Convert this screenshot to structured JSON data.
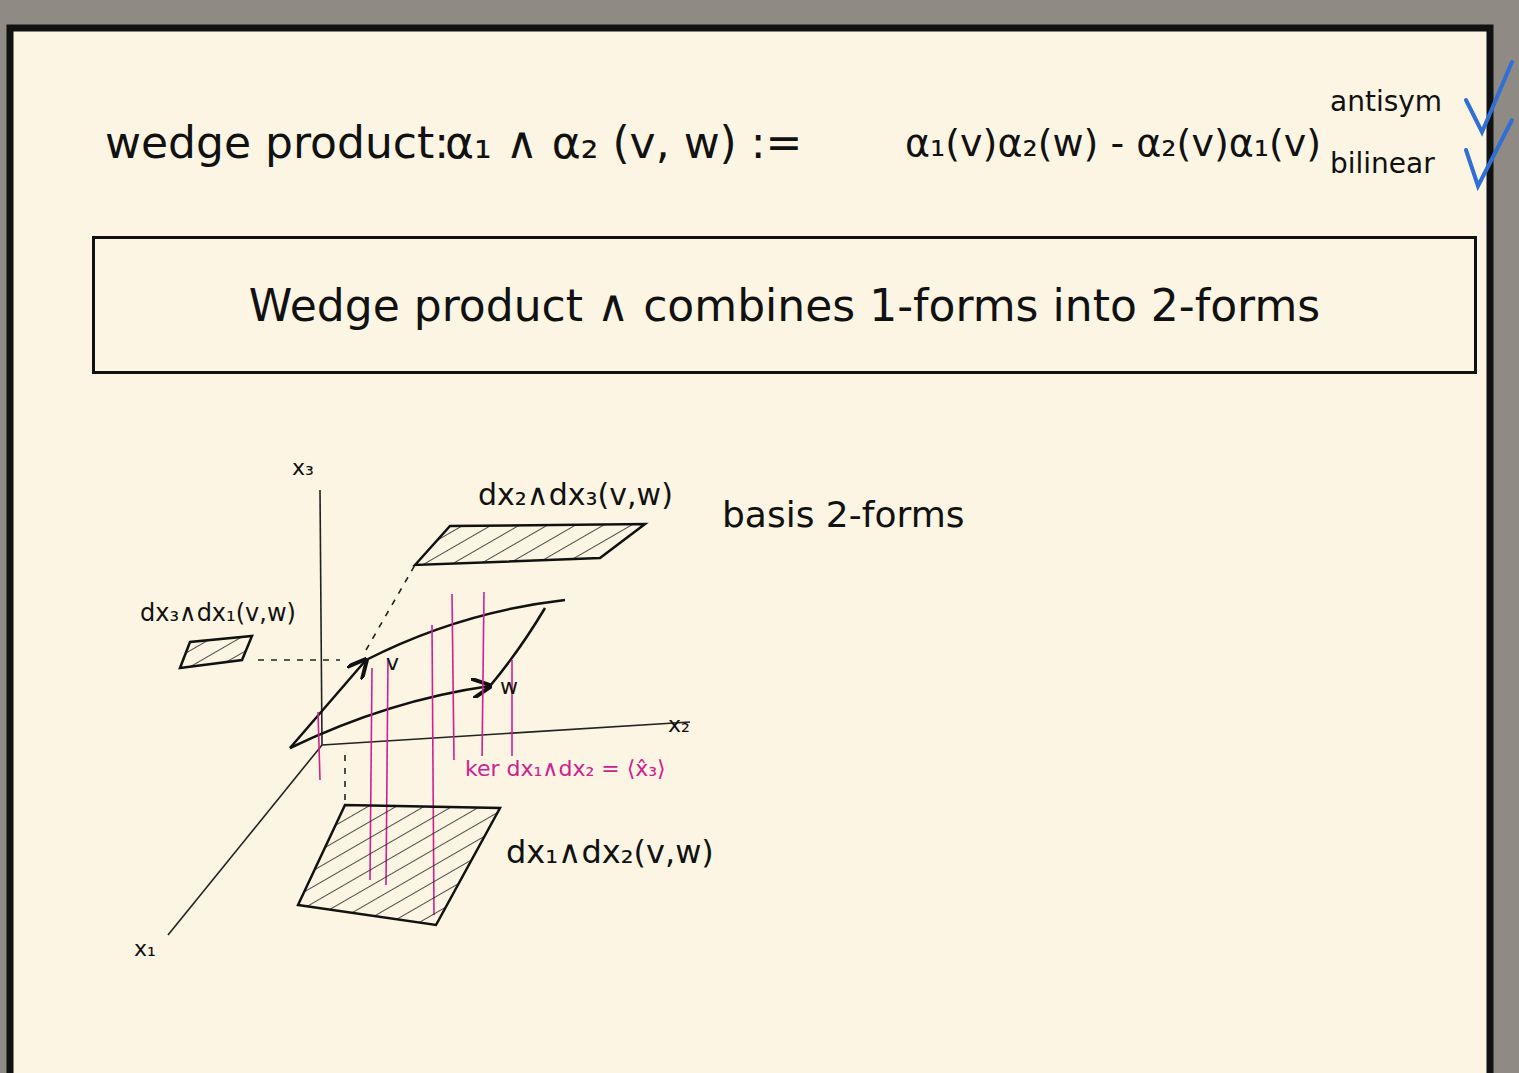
{
  "diagram": {
    "nodes": [
      {
        "text": [
          "Wedge product ∧ combines 1-forms into 2-forms"
        ]
      }
    ],
    "labels": [
      "wedge product:",
      "α₁ ∧ α₂ (v, w) :=",
      "α₁(v)α₂(w) - α₂(v)α₁(v)",
      "antisym",
      "bilinear",
      "x₃",
      "dx₂∧dx₃(v,w)",
      "basis 2-forms",
      "dx₃∧dx₁(v,w)",
      "v",
      "w",
      "x₂",
      "ker dx₁∧dx₂ = ⟨x̂₃⟩",
      "dx₁∧dx₂(v,w)",
      "x₁"
    ]
  }
}
